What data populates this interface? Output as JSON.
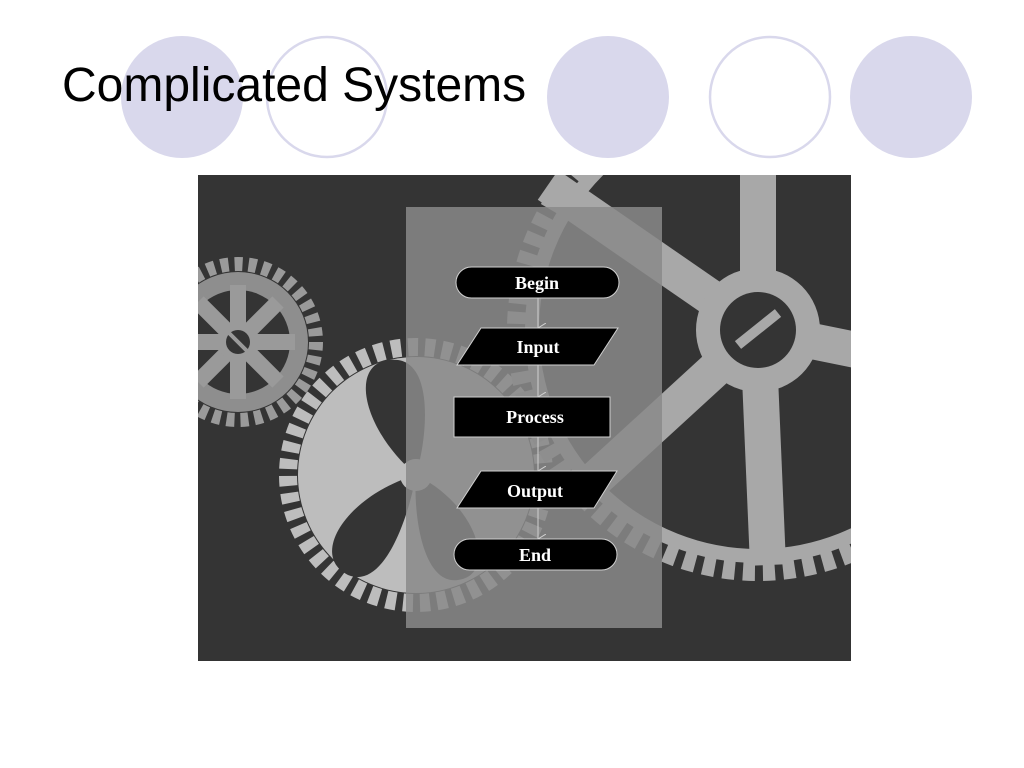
{
  "slide": {
    "title": "Complicated Systems"
  },
  "colors": {
    "decor_fill": "#d9d8ec",
    "decor_stroke": "#d9d8ec",
    "panel_bg": "#343434",
    "flow_panel": "#8a8a8a",
    "node_fill": "#000000",
    "node_text": "#ffffff",
    "gear_light": "#bdbdbd",
    "gear_mid": "#9a9a9a"
  },
  "decorations": [
    {
      "name": "circle-filled",
      "icon": "filled-circle-icon"
    },
    {
      "name": "circle-outline",
      "icon": "outline-circle-icon"
    },
    {
      "name": "circle-filled",
      "icon": "filled-circle-icon"
    },
    {
      "name": "circle-outline",
      "icon": "outline-circle-icon"
    },
    {
      "name": "circle-filled",
      "icon": "filled-circle-icon"
    }
  ],
  "flowchart": {
    "background_icons": [
      "gear-icon",
      "gear-icon",
      "gear-icon"
    ],
    "nodes": [
      {
        "id": "begin",
        "shape": "terminator",
        "label": "Begin"
      },
      {
        "id": "input",
        "shape": "parallelogram",
        "label": "Input"
      },
      {
        "id": "process",
        "shape": "rectangle",
        "label": "Process"
      },
      {
        "id": "output",
        "shape": "parallelogram",
        "label": "Output"
      },
      {
        "id": "end",
        "shape": "terminator",
        "label": "End"
      }
    ],
    "edges": [
      {
        "from": "begin",
        "to": "input"
      },
      {
        "from": "input",
        "to": "process"
      },
      {
        "from": "process",
        "to": "output"
      },
      {
        "from": "output",
        "to": "end"
      }
    ]
  }
}
